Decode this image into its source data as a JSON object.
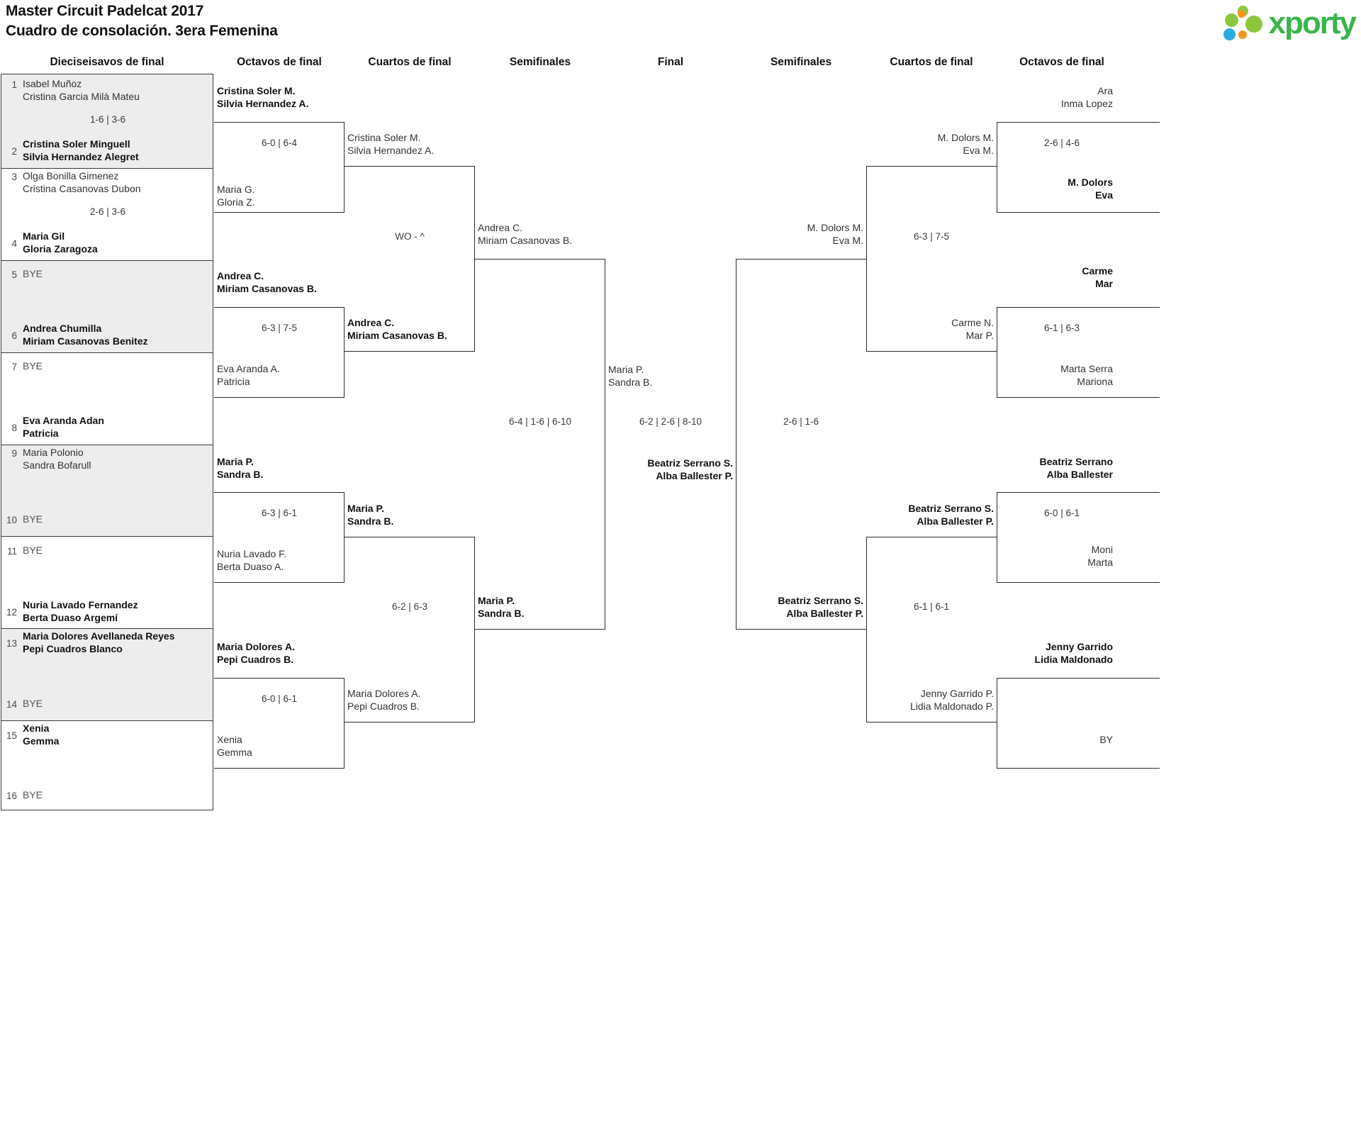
{
  "header": {
    "title_line1": "Master Circuit Padelcat 2017",
    "title_line2": "Cuadro de consolación. 3era Femenina",
    "logo_word": "xporty",
    "logo_colors": {
      "green": "#8cc63f",
      "orange": "#f7941e",
      "blue": "#29abe2",
      "word": "#39b54a"
    }
  },
  "round_headers": [
    {
      "label": "Dieciseisavos de final"
    },
    {
      "label": "Octavos de final"
    },
    {
      "label": "Cuartos de final"
    },
    {
      "label": "Semifinales"
    },
    {
      "label": "Final"
    },
    {
      "label": "Semifinales"
    },
    {
      "label": "Cuartos de final"
    },
    {
      "label": "Octavos de final"
    }
  ],
  "seeds": [
    {
      "num": "1",
      "line1": "Isabel Muñoz",
      "line2": "Cristina Garcia Milà Mateu",
      "winner": false,
      "bye": false
    },
    {
      "num": "2",
      "line1": "Cristina Soler Minguell",
      "line2": "Silvia Hernandez Alegret",
      "winner": true,
      "bye": false
    },
    {
      "num": "3",
      "line1": "Olga Bonilla Gimenez",
      "line2": "Cristina Casanovas Dubon",
      "winner": false,
      "bye": false
    },
    {
      "num": "4",
      "line1": "Maria Gil",
      "line2": "Gloria Zaragoza",
      "winner": true,
      "bye": false
    },
    {
      "num": "5",
      "line1": "BYE",
      "line2": "",
      "winner": false,
      "bye": true
    },
    {
      "num": "6",
      "line1": "Andrea Chumilla",
      "line2": "Miriam Casanovas Benitez",
      "winner": true,
      "bye": false
    },
    {
      "num": "7",
      "line1": "BYE",
      "line2": "",
      "winner": false,
      "bye": true
    },
    {
      "num": "8",
      "line1": "Eva Aranda Adan",
      "line2": "Patricia",
      "winner": true,
      "bye": false
    },
    {
      "num": "9",
      "line1": "Maria Polonio",
      "line2": "Sandra Bofarull",
      "winner": false,
      "bye": false
    },
    {
      "num": "10",
      "line1": "BYE",
      "line2": "",
      "winner": false,
      "bye": true
    },
    {
      "num": "11",
      "line1": "BYE",
      "line2": "",
      "winner": false,
      "bye": true
    },
    {
      "num": "12",
      "line1": "Nuria Lavado Fernandez",
      "line2": "Berta Duaso Argemí",
      "winner": true,
      "bye": false
    },
    {
      "num": "13",
      "line1": "Maria Dolores Avellaneda Reyes",
      "line2": "Pepi Cuadros Blanco",
      "winner": true,
      "bye": false
    },
    {
      "num": "14",
      "line1": "BYE",
      "line2": "",
      "winner": false,
      "bye": true
    },
    {
      "num": "15",
      "line1": "Xenia",
      "line2": "Gemma",
      "winner": true,
      "bye": false
    },
    {
      "num": "16",
      "line1": "BYE",
      "line2": "",
      "winner": false,
      "bye": true
    }
  ],
  "seed_scores": [
    {
      "value": "1-6 | 3-6"
    },
    {
      "value": "2-6 | 3-6"
    }
  ],
  "left": {
    "octavos": [
      {
        "top1": "Cristina Soler M.",
        "top2": "Silvia Hernandez A.",
        "top_win": true,
        "bot1": "Maria G.",
        "bot2": "Gloria Z.",
        "bot_win": false,
        "score": "6-0 | 6-4"
      },
      {
        "top1": "Andrea C.",
        "top2": "Miriam Casanovas B.",
        "top_win": true,
        "bot1": "Eva Aranda A.",
        "bot2": "Patricia",
        "bot_win": false,
        "score": "6-3 | 7-5"
      },
      {
        "top1": "Maria P.",
        "top2": "Sandra B.",
        "top_win": true,
        "bot1": "Nuria Lavado F.",
        "bot2": "Berta Duaso A.",
        "bot_win": false,
        "score": "6-3 | 6-1"
      },
      {
        "top1": "Maria Dolores A.",
        "top2": "Pepi Cuadros B.",
        "top_win": true,
        "bot1": "Xenia",
        "bot2": "Gemma",
        "bot_win": false,
        "score": "6-0 | 6-1"
      }
    ],
    "cuartos": [
      {
        "top1": "Cristina Soler M.",
        "top2": "Silvia Hernandez A.",
        "top_win": false,
        "bot1": "Andrea C.",
        "bot2": "Miriam Casanovas B.",
        "bot_win": true,
        "score": "WO - ^"
      },
      {
        "top1": "Maria P.",
        "top2": "Sandra B.",
        "top_win": true,
        "bot1": "Maria Dolores A.",
        "bot2": "Pepi Cuadros B.",
        "bot_win": false,
        "score": "6-2 | 6-3"
      }
    ],
    "semifinales": [
      {
        "top1": "Andrea C.",
        "top2": "Miriam Casanovas B.",
        "top_win": false,
        "bot1": "Maria P.",
        "bot2": "Sandra B.",
        "bot_win": true,
        "score": "6-4 | 1-6 | 6-10"
      }
    ]
  },
  "final": {
    "top1": "Maria P.",
    "top2": "Sandra B.",
    "top_win": false,
    "bot1": "Beatriz Serrano S.",
    "bot2": "Alba Ballester P.",
    "bot_win": true,
    "score": "6-2 | 2-6 | 8-10"
  },
  "right": {
    "semifinales": [
      {
        "top1": "M. Dolors M.",
        "top2": "Eva M.",
        "top_win": false,
        "bot1": "Beatriz Serrano S.",
        "bot2": "Alba Ballester P.",
        "bot_win": true,
        "score": "2-6 | 1-6"
      }
    ],
    "cuartos": [
      {
        "top1": "M. Dolors M.",
        "top2": "Eva M.",
        "top_win": true,
        "bot1": "Carme N.",
        "bot2": "Mar P.",
        "bot_win": false,
        "score": "6-3 | 7-5"
      },
      {
        "top1": "Beatriz Serrano S.",
        "top2": "Alba Ballester P.",
        "top_win": true,
        "bot1": "Jenny Garrido P.",
        "bot2": "Lidia Maldonado P.",
        "bot_win": false,
        "score": "6-1 | 6-1"
      }
    ],
    "octavos": [
      {
        "top1": "Ara",
        "top2": "Inma Lopez",
        "top_win": false,
        "bot1": "M. Dolors",
        "bot2": "Eva",
        "bot_win": true,
        "score": "2-6 | 4-6"
      },
      {
        "top1": "Carme",
        "top2": "Mar",
        "top_win": true,
        "bot1": "Marta Serra",
        "bot2": "Mariona",
        "bot_win": false,
        "score": "6-1 | 6-3"
      },
      {
        "top1": "Beatriz Serrano",
        "top2": "Alba Ballester",
        "top_win": true,
        "bot1": "Moni",
        "bot2": "Marta",
        "bot_win": false,
        "score": "6-0 | 6-1"
      },
      {
        "top1": "Jenny Garrido",
        "top2": "Lidia Maldonado",
        "top_win": true,
        "bot1": "BY",
        "bot2": "",
        "bot_win": false,
        "score": ""
      }
    ]
  }
}
